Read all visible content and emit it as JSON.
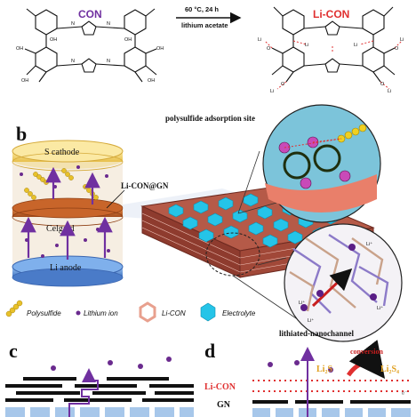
{
  "top_scheme": {
    "con_label": "CON",
    "licon_label": "Li-CON",
    "condition_1": "60 °C,  24 h",
    "condition_2": "lithium acetate",
    "oh_label": "OH",
    "o_label": "O",
    "li_label": "Li",
    "n_label": "N"
  },
  "panel_b": {
    "letter": "b",
    "adsorption_title": "polysulfide adsorption site",
    "cathode": "S cathode",
    "celgard": "Celgard",
    "anode": "Li anode",
    "composite_label": "Li-CON@GN",
    "nanochannel_label": "lithiated-nanochannel",
    "li_plus": "Li⁺",
    "legend": {
      "polysulfide": "Polysulfide",
      "lithium_ion": "Lithium ion",
      "licon": "Li-CON",
      "electrolyte": "Electrolyte"
    }
  },
  "panel_c": {
    "letter": "c"
  },
  "panel_d": {
    "letter": "d",
    "licon": "Li-CON",
    "gn": "GN",
    "conversion": "conversion",
    "li2s": "Li₂S",
    "li2s4": "Li₂S₄",
    "e_minus": "e⁻"
  },
  "colors": {
    "con_purple": "#7030a0",
    "licon_red": "#e03030",
    "cathode_yellow": "#f2d46b",
    "separator_orange": "#c8652a",
    "anode_blue": "#5b8fd6",
    "electrolyte_cyan": "#25c4e8",
    "framework_brown": "#9a4a3a"
  }
}
